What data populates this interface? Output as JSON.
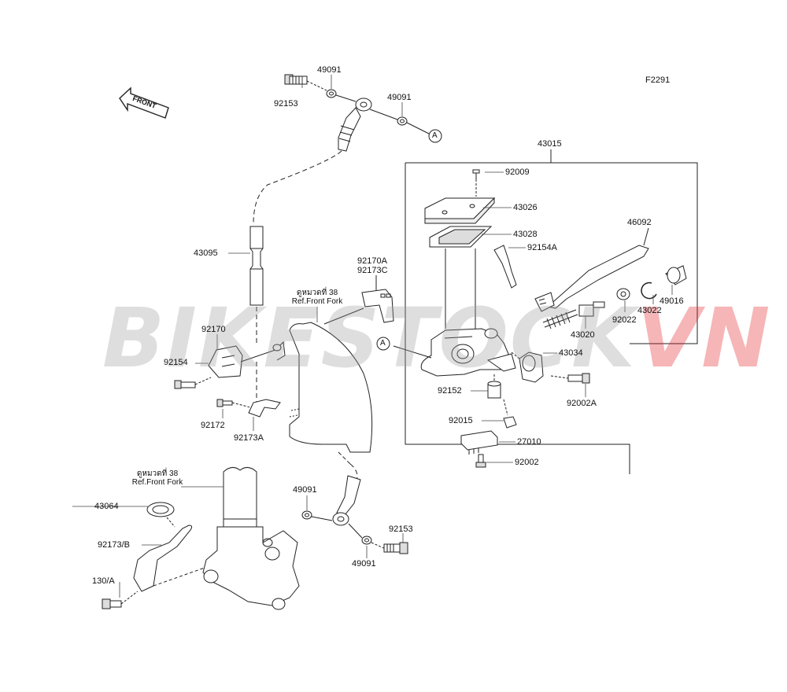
{
  "diagram": {
    "code": "F2291",
    "front_label": "FRONT",
    "ref_a": "A",
    "watermark": {
      "part_1": "BIKESTOCK",
      "part_2": "VN",
      "color_1": "#9a9a9a",
      "color_2": "#e51c23"
    },
    "refs": [
      {
        "line_1": "ดูหมวดที่ 38",
        "line_2": "Ref.Front Fork"
      },
      {
        "line_1": "ดูหมวดที่ 38",
        "line_2": "Ref.Front Fork"
      }
    ],
    "parts": {
      "p43015": "43015",
      "p92009": "92009",
      "p43026": "43026",
      "p43028": "43028",
      "p92154A": "92154A",
      "p46092": "46092",
      "p49016": "49016",
      "p92022": "92022",
      "p43022": "43022",
      "p43020": "43020",
      "p43034": "43034",
      "p92002A": "92002A",
      "p92152": "92152",
      "p92015": "92015",
      "p27010": "27010",
      "p92002": "92002",
      "p49091_a": "49091",
      "p49091_b": "49091",
      "p92153_a": "92153",
      "p43095": "43095",
      "p92170A": "92170A",
      "p92173C": "92173C",
      "p92170": "92170",
      "p92154": "92154",
      "p92172": "92172",
      "p92173A": "92173A",
      "p43064": "43064",
      "p92173B": "92173/B",
      "p130A": "130/A",
      "p49091_c": "49091",
      "p49091_d": "49091",
      "p92153_b": "92153"
    }
  }
}
